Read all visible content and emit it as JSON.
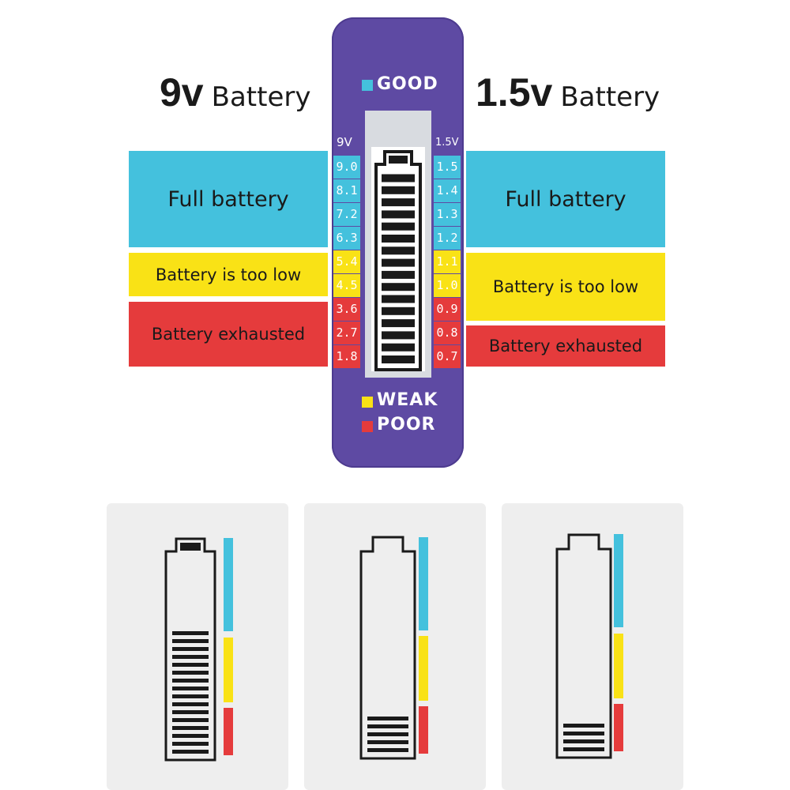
{
  "titles": {
    "left_voltage": "9v",
    "left_word": "Battery",
    "right_voltage": "1.5v",
    "right_word": "Battery"
  },
  "left_bands": {
    "full": "Full battery",
    "low": "Battery is too low",
    "exhausted": "Battery exhausted"
  },
  "right_bands": {
    "full": "Full battery",
    "low": "Battery is too low",
    "exhausted": "Battery exhausted"
  },
  "device": {
    "good_label": "GOOD",
    "weak_label": "WEAK",
    "poor_label": "POOR",
    "left_header": "9V",
    "right_header": "1.5V",
    "scale_9v": [
      "9.0",
      "8.1",
      "7.2",
      "6.3",
      "5.4",
      "4.5",
      "3.6",
      "2.7",
      "1.8"
    ],
    "scale_1_5v": [
      "1.5",
      "1.4",
      "1.3",
      "1.2",
      "1.1",
      "1.0",
      "0.9",
      "0.8",
      "0.7"
    ],
    "zones": [
      "good",
      "good",
      "good",
      "good",
      "weak",
      "weak",
      "poor",
      "poor",
      "poor"
    ],
    "lcd_segments_lit": 16,
    "lcd_segments_total": 16
  },
  "examples": [
    {
      "segments_lit": 16,
      "segments_total": 16
    },
    {
      "segments_lit": 5,
      "segments_total": 16
    },
    {
      "segments_lit": 4,
      "segments_total": 16
    }
  ],
  "colors": {
    "good": "#44c1dd",
    "weak": "#f9e216",
    "poor": "#e53b3c",
    "device": "#5e4aa3"
  }
}
